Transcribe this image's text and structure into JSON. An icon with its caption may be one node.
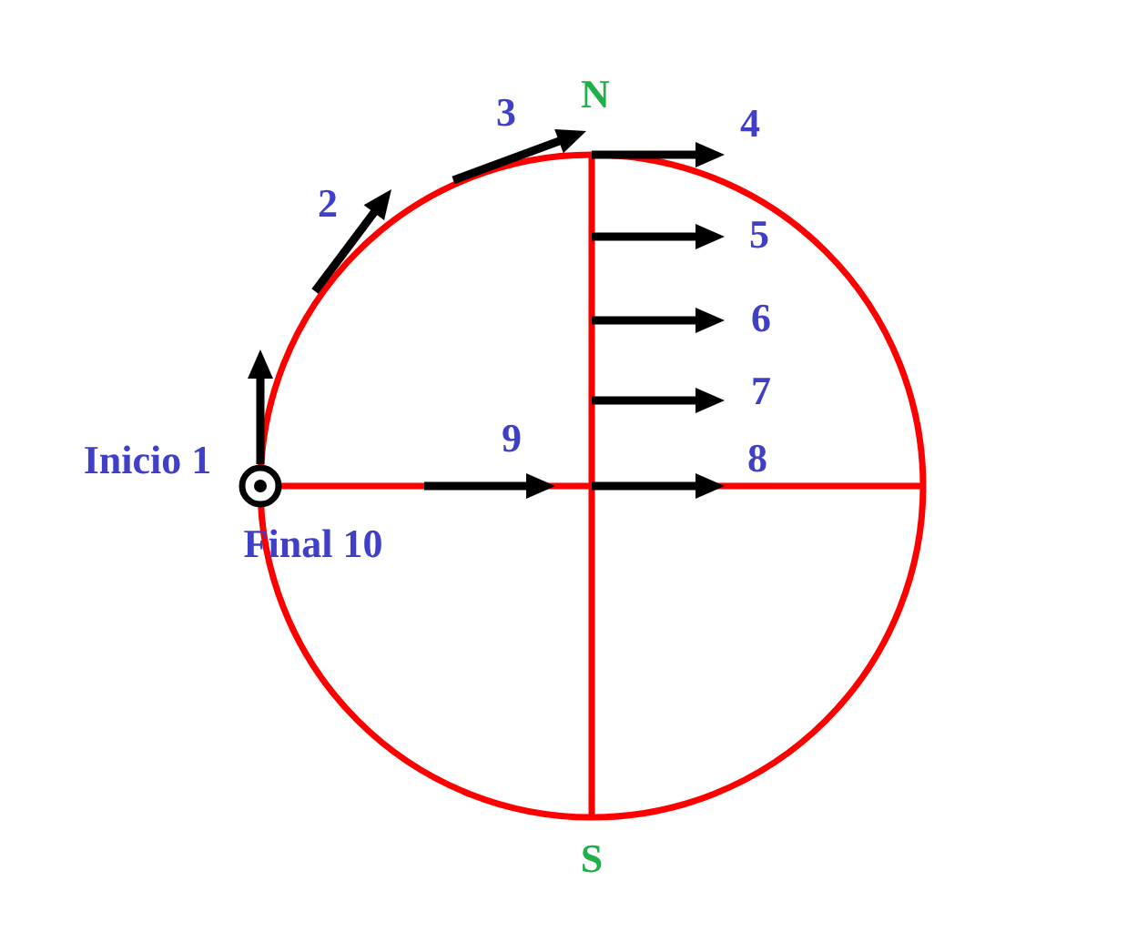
{
  "diagram": {
    "labels": [
      "N",
      "3",
      "4",
      "2",
      "5",
      "6",
      "7",
      "Inicio 1",
      "9",
      "8",
      "Final 10",
      "S"
    ]
  }
}
